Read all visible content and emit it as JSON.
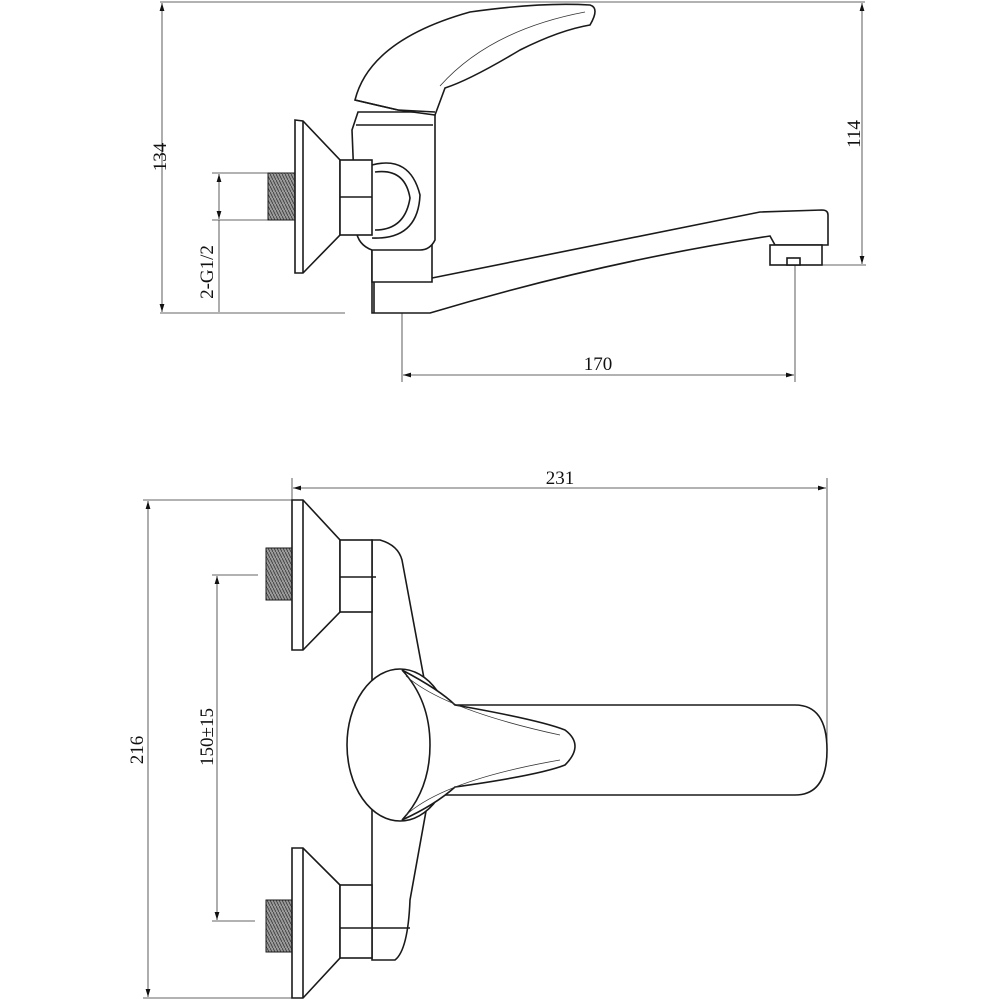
{
  "side_view": {
    "dim_total_height": "134",
    "dim_spout_height": "114",
    "dim_thread": "2-G1/2",
    "dim_spout_reach": "170"
  },
  "front_view": {
    "dim_total_width": "231",
    "dim_total_height": "216",
    "dim_inlet_spacing": "150±15"
  }
}
